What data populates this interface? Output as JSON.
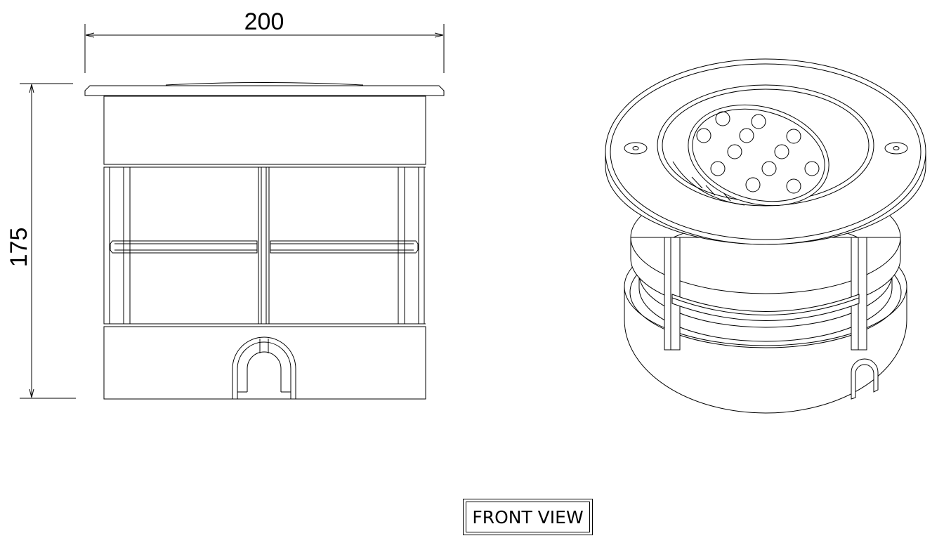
{
  "dimensions": {
    "width": "200",
    "height": "175"
  },
  "view_label": "FRONT VIEW"
}
